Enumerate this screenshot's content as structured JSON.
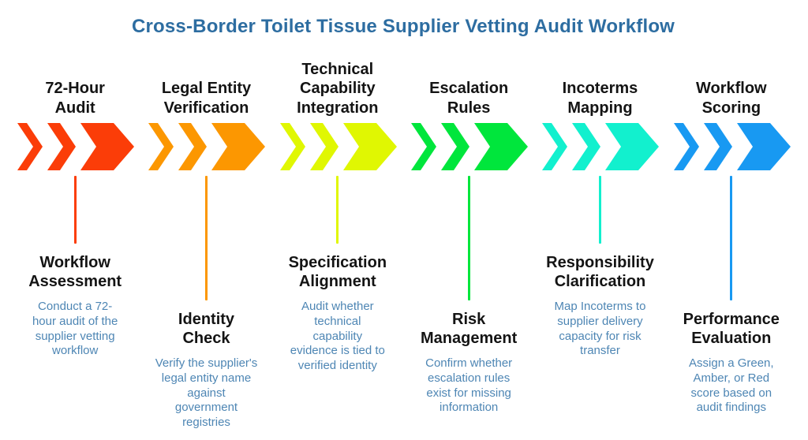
{
  "title": {
    "text": "Cross-Border Toilet Tissue Supplier Vetting Audit Workflow",
    "color": "#2D6DA1"
  },
  "colors": {
    "background": "#FFFFFF",
    "heading_text": "#141414",
    "description_text": "#4E86B4"
  },
  "stages": [
    {
      "header": "72-Hour\nAudit",
      "subheader": "Workflow\nAssessment",
      "description": "Conduct a 72-\nhour audit of the\nsupplier vetting\nworkflow",
      "color": "#FB3D08"
    },
    {
      "header": "Legal Entity\nVerification",
      "subheader": "Identity\nCheck",
      "description": "Verify the supplier's\nlegal entity name\nagainst\ngovernment\nregistries",
      "color": "#FC9701"
    },
    {
      "header": "Technical\nCapability\nIntegration",
      "subheader": "Specification\nAlignment",
      "description": "Audit whether\ntechnical\ncapability\nevidence is tied to\nverified identity",
      "color": "#E0F702"
    },
    {
      "header": "Escalation\nRules",
      "subheader": "Risk\nManagement",
      "description": "Confirm whether\nescalation rules\nexist for missing\ninformation",
      "color": "#00E63C"
    },
    {
      "header": "Incoterms\nMapping",
      "subheader": "Responsibility\nClarification",
      "description": "Map Incoterms to\nsupplier delivery\ncapacity for risk\ntransfer",
      "color": "#12F0CE"
    },
    {
      "header": "Workflow\nScoring",
      "subheader": "Performance\nEvaluation",
      "description": "Assign a Green,\nAmber, or Red\nscore based on\naudit findings",
      "color": "#1899F2"
    }
  ]
}
